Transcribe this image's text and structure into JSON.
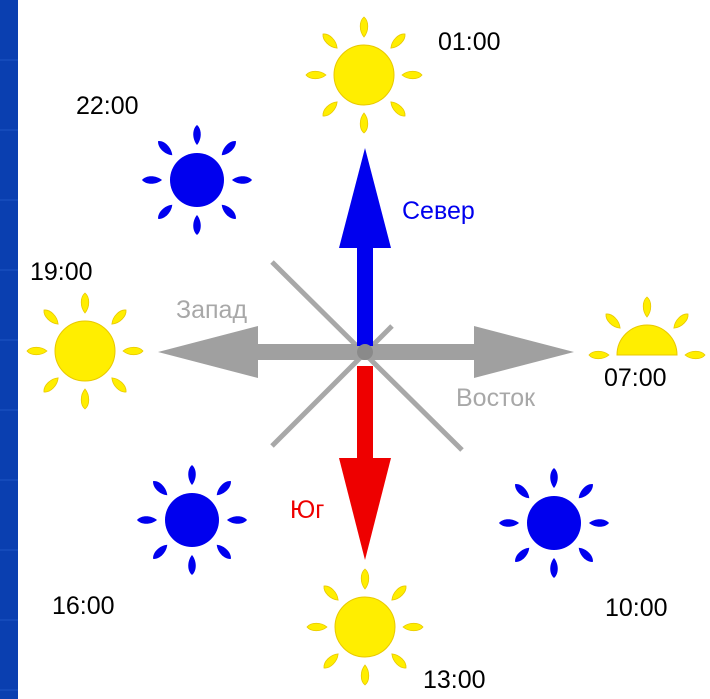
{
  "colors": {
    "background": "#0a3fb0",
    "panel": "#ffffff",
    "north": "#0000ee",
    "south": "#ee0000",
    "east_west": "#a0a0a0",
    "sun_yellow": "#ffee00",
    "sun_blue": "#0000ee"
  },
  "directions": {
    "north": "Север",
    "south": "Юг",
    "west": "Запад",
    "east": "Восток"
  },
  "suns": [
    {
      "id": "sun-0100",
      "time": "01:00",
      "color": "yellow"
    },
    {
      "id": "sun-2200",
      "time": "22:00",
      "color": "blue"
    },
    {
      "id": "sun-1900",
      "time": "19:00",
      "color": "yellow"
    },
    {
      "id": "sun-0700",
      "time": "07:00",
      "color": "yellow"
    },
    {
      "id": "sun-1600",
      "time": "16:00",
      "color": "blue"
    },
    {
      "id": "sun-1000",
      "time": "10:00",
      "color": "blue"
    },
    {
      "id": "sun-1300",
      "time": "13:00",
      "color": "yellow"
    }
  ]
}
